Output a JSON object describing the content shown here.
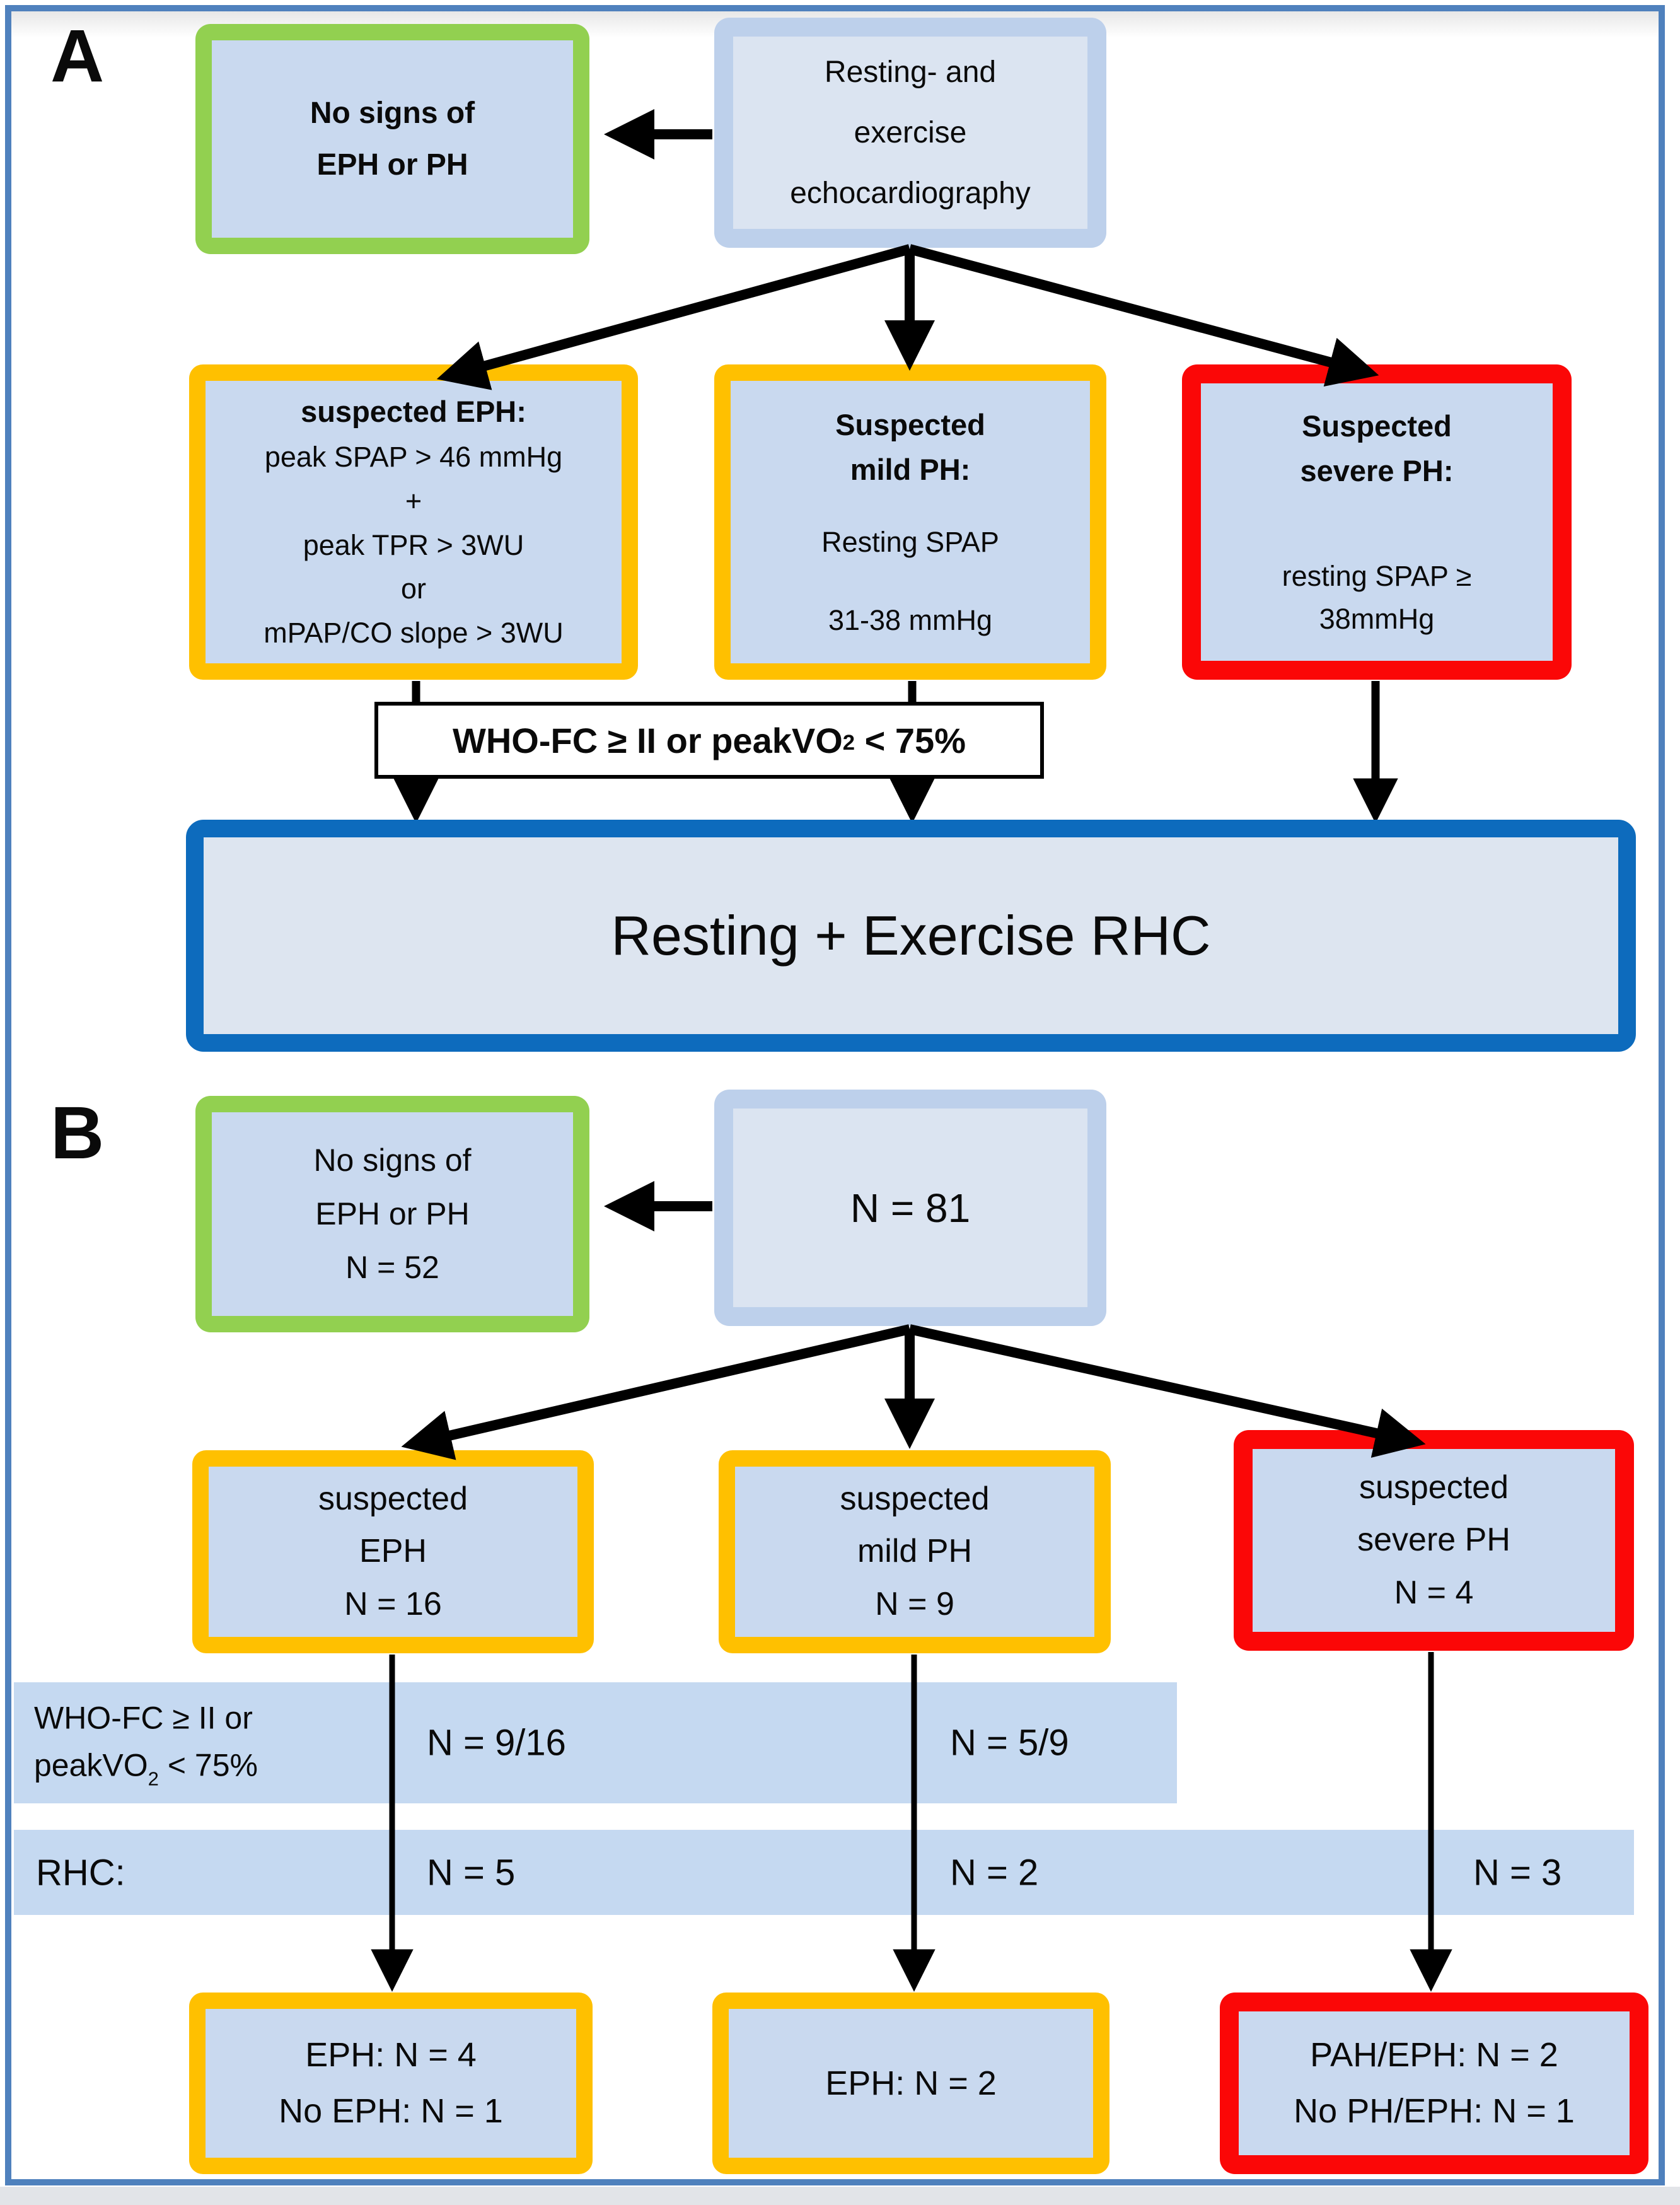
{
  "panelA": {
    "label": "A",
    "no_signs": {
      "lines": [
        "No signs of",
        "EPH or PH"
      ]
    },
    "echo": {
      "lines": [
        "Resting- and",
        "exercise",
        "echocardiography"
      ]
    },
    "suspected_eph": {
      "title": "suspected EPH:",
      "lines": [
        "peak SPAP > 46 mmHg",
        "+",
        "peak TPR > 3WU",
        "or",
        "mPAP/CO slope > 3WU"
      ]
    },
    "suspected_mild": {
      "title_lines": [
        "Suspected",
        "mild PH:"
      ],
      "lines": [
        "Resting SPAP",
        "31-38 mmHg"
      ]
    },
    "suspected_severe": {
      "title_lines": [
        "Suspected",
        "severe PH:"
      ],
      "lines": [
        "resting SPAP ≥",
        "38mmHg"
      ]
    },
    "who_criteria": {
      "pre": "WHO-FC ≥ II or peakVO",
      "sub": "2",
      "post": " < 75%"
    },
    "rhc": {
      "label": "Resting + Exercise RHC"
    }
  },
  "panelB": {
    "label": "B",
    "no_signs": {
      "lines": [
        "No signs of",
        "EPH or PH",
        "N = 52"
      ]
    },
    "total": {
      "label": "N = 81"
    },
    "suspected_eph": {
      "lines": [
        "suspected",
        "EPH",
        "N = 16"
      ]
    },
    "suspected_mild": {
      "lines": [
        "suspected",
        "mild PH",
        "N = 9"
      ]
    },
    "suspected_severe": {
      "lines": [
        "suspected",
        "severe PH",
        "N = 4"
      ]
    },
    "who_band": {
      "label_line1": "WHO-FC ≥ II or",
      "label_pre": "peakVO",
      "label_sub": "2",
      "label_post": " < 75%",
      "n_eph": "N = 9/16",
      "n_mild": "N = 5/9"
    },
    "rhc_band": {
      "label": "RHC:",
      "n_eph": "N = 5",
      "n_mild": "N = 2",
      "n_severe": "N = 3"
    },
    "outcome_eph": {
      "lines": [
        "EPH: N = 4",
        "No EPH: N = 1"
      ]
    },
    "outcome_mild": {
      "lines": [
        "EPH: N = 2"
      ]
    },
    "outcome_severe": {
      "lines": [
        "PAH/EPH: N = 2",
        "No PH/EPH: N = 1"
      ]
    }
  },
  "colors": {
    "frame_border": "#4f81bd",
    "green_border": "#92d050",
    "orange_border": "#ffc000",
    "red_border": "#fb0707",
    "rhc_border": "#0d6bbd",
    "box_fill": "#c9d9ef",
    "light_fill": "#dbe4f1",
    "band_fill": "#c5d9f1",
    "arrow": "#000000"
  }
}
